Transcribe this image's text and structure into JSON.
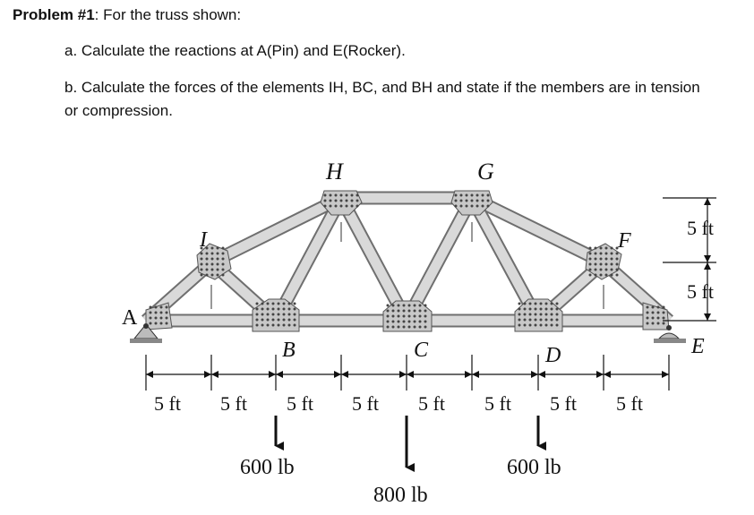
{
  "problem": {
    "number_label": "Problem #1",
    "intro": ": For the truss shown:",
    "part_a": "a. Calculate the reactions at A(Pin) and E(Rocker).",
    "part_b": "b. Calculate the forces of the elements IH, BC, and BH and state if the members are in tension or compression."
  },
  "figure": {
    "joint_labels": {
      "A": "A",
      "B": "B",
      "C": "C",
      "D": "D",
      "E": "E",
      "F": "F",
      "G": "G",
      "H": "H",
      "I": "I"
    },
    "horizontal_spacing": [
      "5 ft",
      "5 ft",
      "5 ft",
      "5 ft",
      "5 ft",
      "5 ft",
      "5 ft",
      "5 ft"
    ],
    "vertical_spacing": [
      "5 ft",
      "5 ft"
    ],
    "loads": {
      "B": "600 lb",
      "C": "800 lb",
      "D": "600 lb"
    },
    "colors": {
      "member_fill": "#d9d9d9",
      "member_edge": "#6f6f6f",
      "plate_fill": "#c8c8c8",
      "ink": "#111111"
    }
  }
}
